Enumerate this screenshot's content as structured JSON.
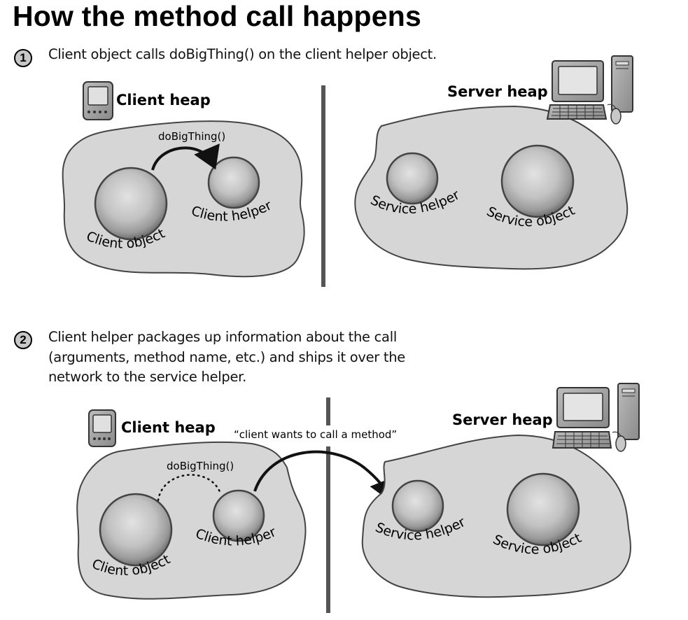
{
  "title": "How the method call happens",
  "steps": [
    {
      "number": "1",
      "text_lines": [
        "Client object calls doBigThing() on the client helper object."
      ],
      "client_heap": {
        "label": "Client heap",
        "icon": "pda-icon",
        "objects": [
          {
            "label": "Client object"
          },
          {
            "label": "Client helper"
          }
        ],
        "call_label": "doBigThing()",
        "call_style": "solid"
      },
      "server_heap": {
        "label": "Server heap",
        "icon": "desktop-computer-icon",
        "objects": [
          {
            "label": "Service helper"
          },
          {
            "label": "Service object"
          }
        ]
      }
    },
    {
      "number": "2",
      "text_lines": [
        "Client helper packages up information about the call",
        "(arguments, method name, etc.) and ships it over the",
        "network to the service helper."
      ],
      "client_heap": {
        "label": "Client heap",
        "icon": "pda-icon",
        "objects": [
          {
            "label": "Client object"
          },
          {
            "label": "Client helper"
          }
        ],
        "call_label": "doBigThing()",
        "call_style": "dotted"
      },
      "network_message": "“client wants to call a method”",
      "server_heap": {
        "label": "Server heap",
        "icon": "desktop-computer-icon",
        "objects": [
          {
            "label": "Service helper"
          },
          {
            "label": "Service object"
          }
        ]
      }
    }
  ],
  "colors": {
    "heap_fill": "#d6d6d6",
    "heap_stroke": "#444444",
    "divider": "#555555",
    "sphere_mid": "#bdbdbd"
  }
}
